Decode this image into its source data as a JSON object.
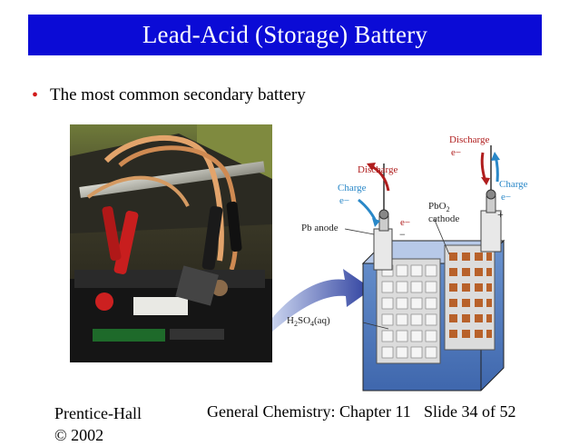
{
  "slide": {
    "title": "Lead-Acid (Storage) Battery",
    "bullets": [
      "The most common secondary battery"
    ]
  },
  "diagram": {
    "labels": {
      "discharge_top": "Discharge",
      "e_top": "e−",
      "discharge_mid": "Discharge",
      "charge_left": "Charge",
      "e_left": "e−",
      "e_anode": "e−",
      "charge_right": "Charge",
      "e_right": "e−",
      "pbo2": "PbO",
      "pbo2_sub": "2",
      "cathode": "cathode",
      "pb_anode": "Pb anode",
      "minus": "−",
      "plus": "+",
      "electrolyte": "H",
      "electrolyte_sub1": "2",
      "electrolyte_mid": "SO",
      "electrolyte_sub2": "4",
      "electrolyte_end": "(aq)"
    }
  },
  "footer": {
    "left_line1": "Prentice-Hall",
    "left_line2": "© 2002",
    "middle": "General Chemistry: Chapter 11",
    "right": "Slide 34 of 52"
  }
}
